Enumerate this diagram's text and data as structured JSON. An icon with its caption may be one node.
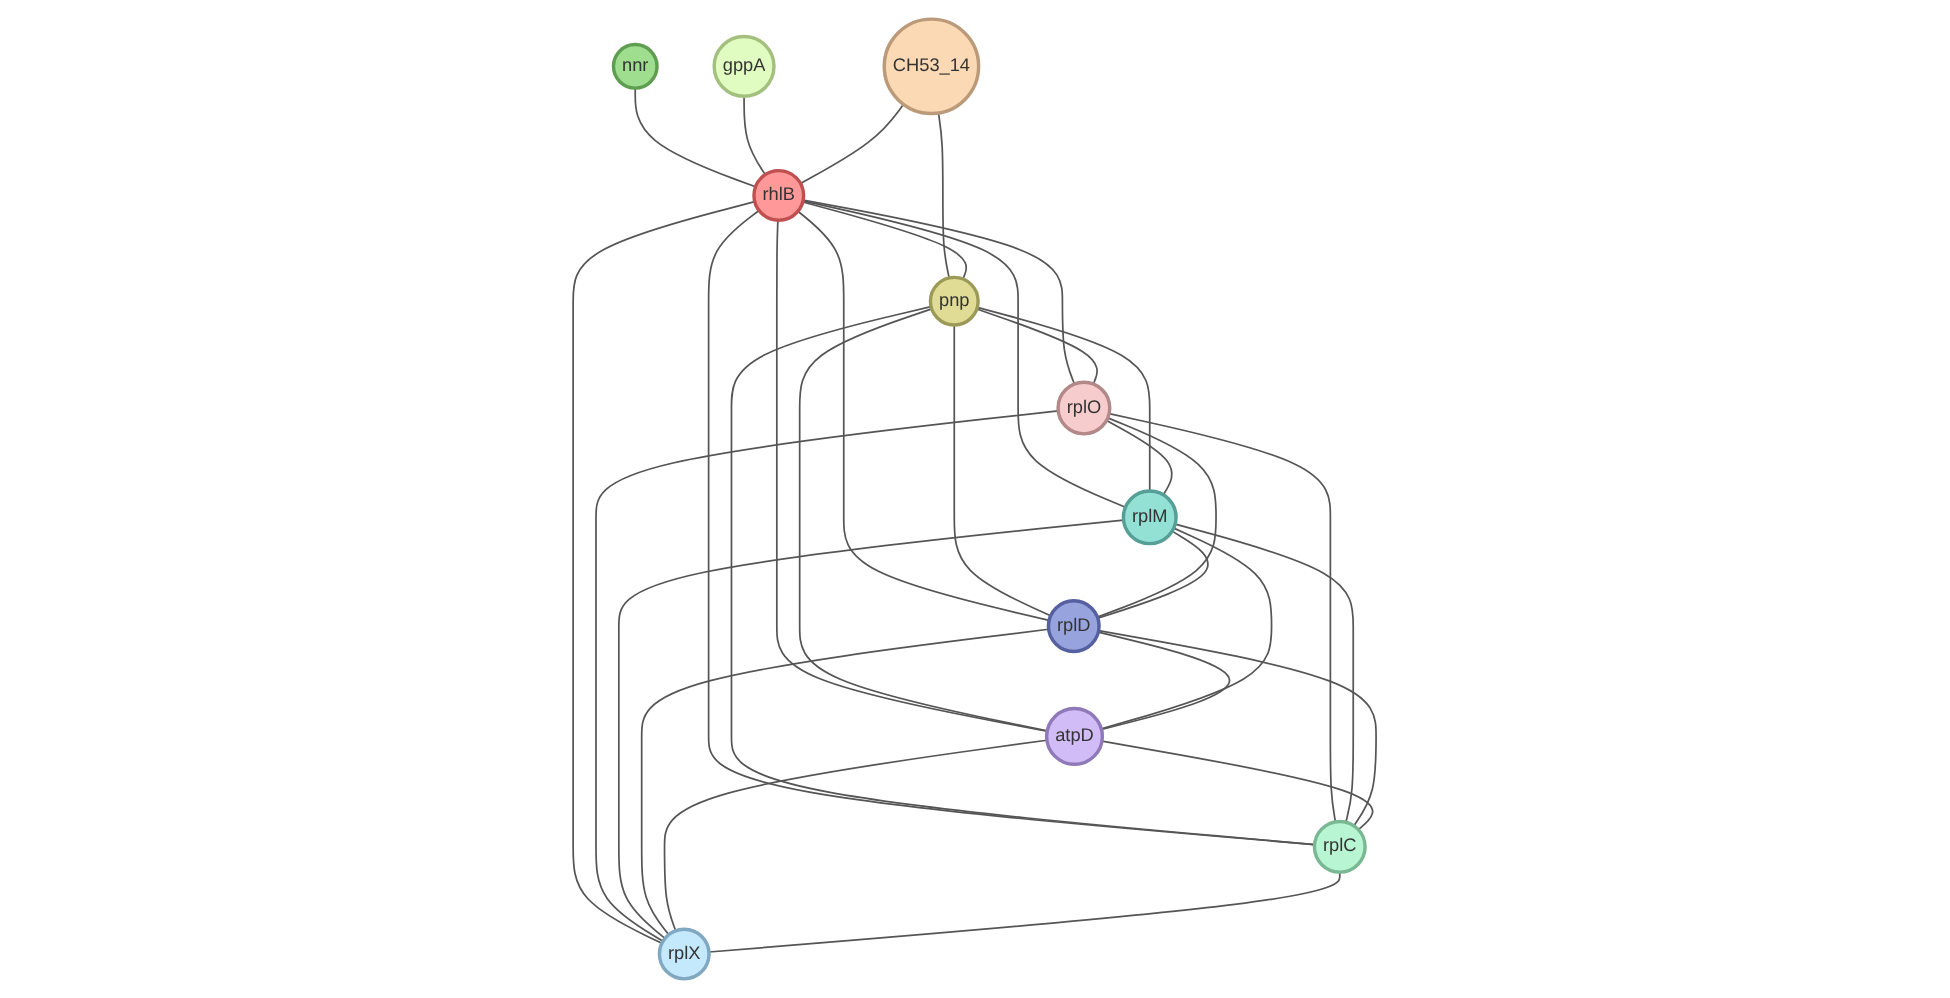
{
  "diagram": {
    "nodes": [
      {
        "text": [
          "nnr"
        ]
      },
      {
        "text": [
          "gppA"
        ]
      },
      {
        "text": [
          "CH53_14"
        ]
      },
      {
        "text": [
          "rhlB"
        ]
      },
      {
        "text": [
          "pnp"
        ]
      },
      {
        "text": [
          "rplO"
        ]
      },
      {
        "text": [
          "rplM"
        ]
      },
      {
        "text": [
          "rplD"
        ]
      },
      {
        "text": [
          "atpD"
        ]
      },
      {
        "text": [
          "rplC"
        ]
      },
      {
        "text": [
          "rplX"
        ]
      }
    ],
    "edges": [
      {
        "from": 0,
        "to": 3,
        "arrow": "none"
      },
      {
        "from": 1,
        "to": 3,
        "arrow": "none"
      },
      {
        "from": 2,
        "to": 3,
        "arrow": "none"
      },
      {
        "from": 2,
        "to": 4,
        "arrow": "none"
      },
      {
        "from": 3,
        "to": 4,
        "arrow": "none"
      },
      {
        "from": 3,
        "to": 5,
        "arrow": "none"
      },
      {
        "from": 3,
        "to": 6,
        "arrow": "none"
      },
      {
        "from": 3,
        "to": 7,
        "arrow": "none"
      },
      {
        "from": 3,
        "to": 8,
        "arrow": "none"
      },
      {
        "from": 3,
        "to": 9,
        "arrow": "none"
      },
      {
        "from": 3,
        "to": 10,
        "arrow": "none"
      },
      {
        "from": 4,
        "to": 5,
        "arrow": "none"
      },
      {
        "from": 4,
        "to": 6,
        "arrow": "none"
      },
      {
        "from": 4,
        "to": 7,
        "arrow": "none"
      },
      {
        "from": 4,
        "to": 8,
        "arrow": "none"
      },
      {
        "from": 4,
        "to": 9,
        "arrow": "none"
      },
      {
        "from": 5,
        "to": 6,
        "arrow": "none"
      },
      {
        "from": 5,
        "to": 7,
        "arrow": "none"
      },
      {
        "from": 5,
        "to": 9,
        "arrow": "none"
      },
      {
        "from": 5,
        "to": 10,
        "arrow": "none"
      },
      {
        "from": 6,
        "to": 7,
        "arrow": "none"
      },
      {
        "from": 6,
        "to": 8,
        "arrow": "none"
      },
      {
        "from": 6,
        "to": 9,
        "arrow": "none"
      },
      {
        "from": 6,
        "to": 10,
        "arrow": "none"
      },
      {
        "from": 7,
        "to": 8,
        "arrow": "none"
      },
      {
        "from": 7,
        "to": 9,
        "arrow": "none"
      },
      {
        "from": 7,
        "to": 10,
        "arrow": "none"
      },
      {
        "from": 8,
        "to": 9,
        "arrow": "none"
      },
      {
        "from": 8,
        "to": 10,
        "arrow": "none"
      },
      {
        "from": 9,
        "to": 10,
        "arrow": "none"
      }
    ]
  }
}
